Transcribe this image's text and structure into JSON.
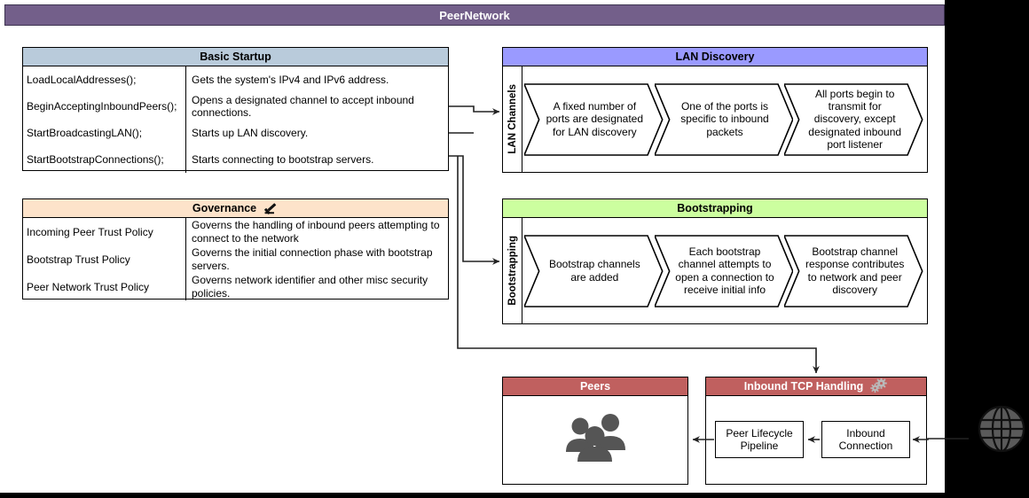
{
  "title": "PeerNetwork",
  "colors": {
    "title_bar": "#735f8a",
    "startup_header": "#b9cbdb",
    "governance_header": "#fde3ca",
    "lan_header": "#9a9aff",
    "bootstrapping_header": "#ccfe9f",
    "peers_header": "#c0605f",
    "tcp_header": "#c0605f",
    "icon_gray": "#555555",
    "canvas": "#ffffff",
    "backdrop": "#000000"
  },
  "startup": {
    "header": "Basic Startup",
    "rows": [
      {
        "call": "LoadLocalAddresses();",
        "desc": "Gets the system's IPv4 and IPv6 address."
      },
      {
        "call": "BeginAcceptingInboundPeers();",
        "desc": "Opens a designated channel to accept inbound connections."
      },
      {
        "call": "StartBroadcastingLAN();",
        "desc": "Starts up LAN discovery."
      },
      {
        "call": "StartBootstrapConnections();",
        "desc": "Starts connecting to bootstrap servers."
      }
    ]
  },
  "governance": {
    "header": "Governance",
    "header_icon": "gavel-icon",
    "rows": [
      {
        "policy": "Incoming Peer Trust Policy",
        "desc": "Governs the handling of inbound peers attempting to connect to the network"
      },
      {
        "policy": "Bootstrap Trust Policy",
        "desc": "Governs the initial connection phase with bootstrap servers."
      },
      {
        "policy": "Peer Network Trust Policy",
        "desc": "Governs network identifier and other misc security policies."
      }
    ]
  },
  "lan_discovery": {
    "header": "LAN Discovery",
    "swimlane": "LAN Channels",
    "steps": [
      "A fixed number of ports are designated for LAN discovery",
      "One of the ports is specific to inbound packets",
      "All ports begin to transmit for discovery, except designated inbound port listener"
    ]
  },
  "bootstrapping": {
    "header": "Bootstrapping",
    "swimlane": "Bootstrapping",
    "steps": [
      "Bootstrap channels are added",
      "Each bootstrap channel attempts to open a connection to receive initial info",
      "Bootstrap channel response contributes to network and peer discovery"
    ]
  },
  "peers": {
    "header": "Peers",
    "icon": "people-group-icon"
  },
  "inbound_tcp": {
    "header": "Inbound TCP Handling",
    "header_icon": "gears-icon",
    "boxes": [
      {
        "label": "Peer Lifecycle Pipeline"
      },
      {
        "label": "Inbound Connection"
      }
    ]
  },
  "external": {
    "icon": "globe-icon"
  }
}
